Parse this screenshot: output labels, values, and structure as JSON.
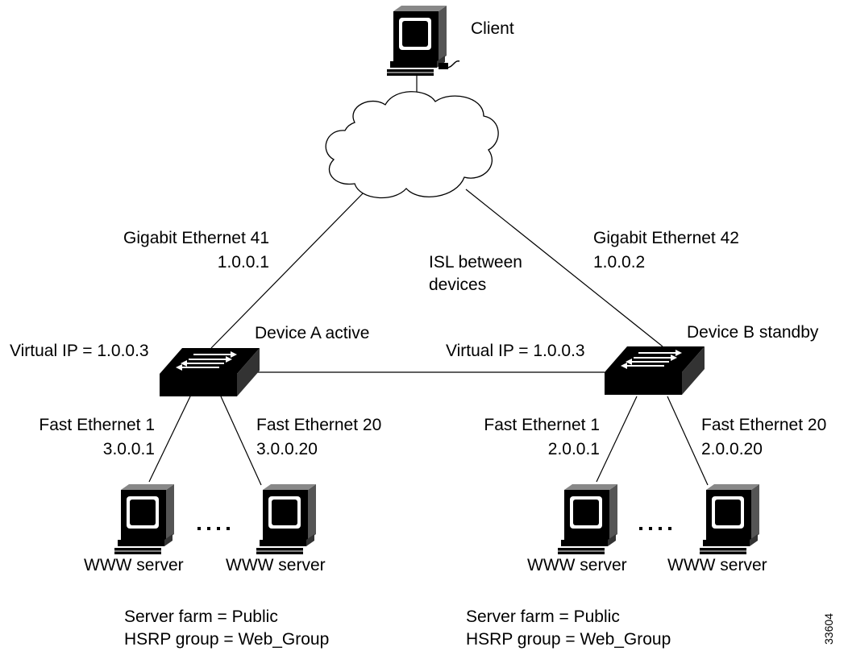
{
  "client": {
    "label": "Client"
  },
  "device_a": {
    "label": "Device A active",
    "virtual_ip": "Virtual IP = 1.0.0.3",
    "uplink": {
      "name": "Gigabit Ethernet 41",
      "ip": "1.0.0.1"
    },
    "port1": {
      "name": "Fast Ethernet 1",
      "ip": "3.0.0.1"
    },
    "port20": {
      "name": "Fast Ethernet 20",
      "ip": "3.0.0.20"
    },
    "servers": [
      "WWW server",
      "WWW server"
    ],
    "server_farm": "Server farm = Public",
    "hsrp_group": "HSRP group = Web_Group"
  },
  "device_b": {
    "label": "Device B standby",
    "virtual_ip": "Virtual IP = 1.0.0.3",
    "uplink": {
      "name": "Gigabit Ethernet 42",
      "ip": "1.0.0.2"
    },
    "port1": {
      "name": "Fast Ethernet 1",
      "ip": "2.0.0.1"
    },
    "port20": {
      "name": "Fast Ethernet 20",
      "ip": "2.0.0.20"
    },
    "servers": [
      "WWW server",
      "WWW server"
    ],
    "server_farm": "Server farm = Public",
    "hsrp_group": "HSRP group = Web_Group"
  },
  "isl": {
    "line1": "ISL between",
    "line2": "devices"
  },
  "figure_id": "33604",
  "icons": {
    "client": "computer-icon",
    "cloud": "network-cloud-icon",
    "switch": "switch-icon",
    "server": "server-icon"
  }
}
